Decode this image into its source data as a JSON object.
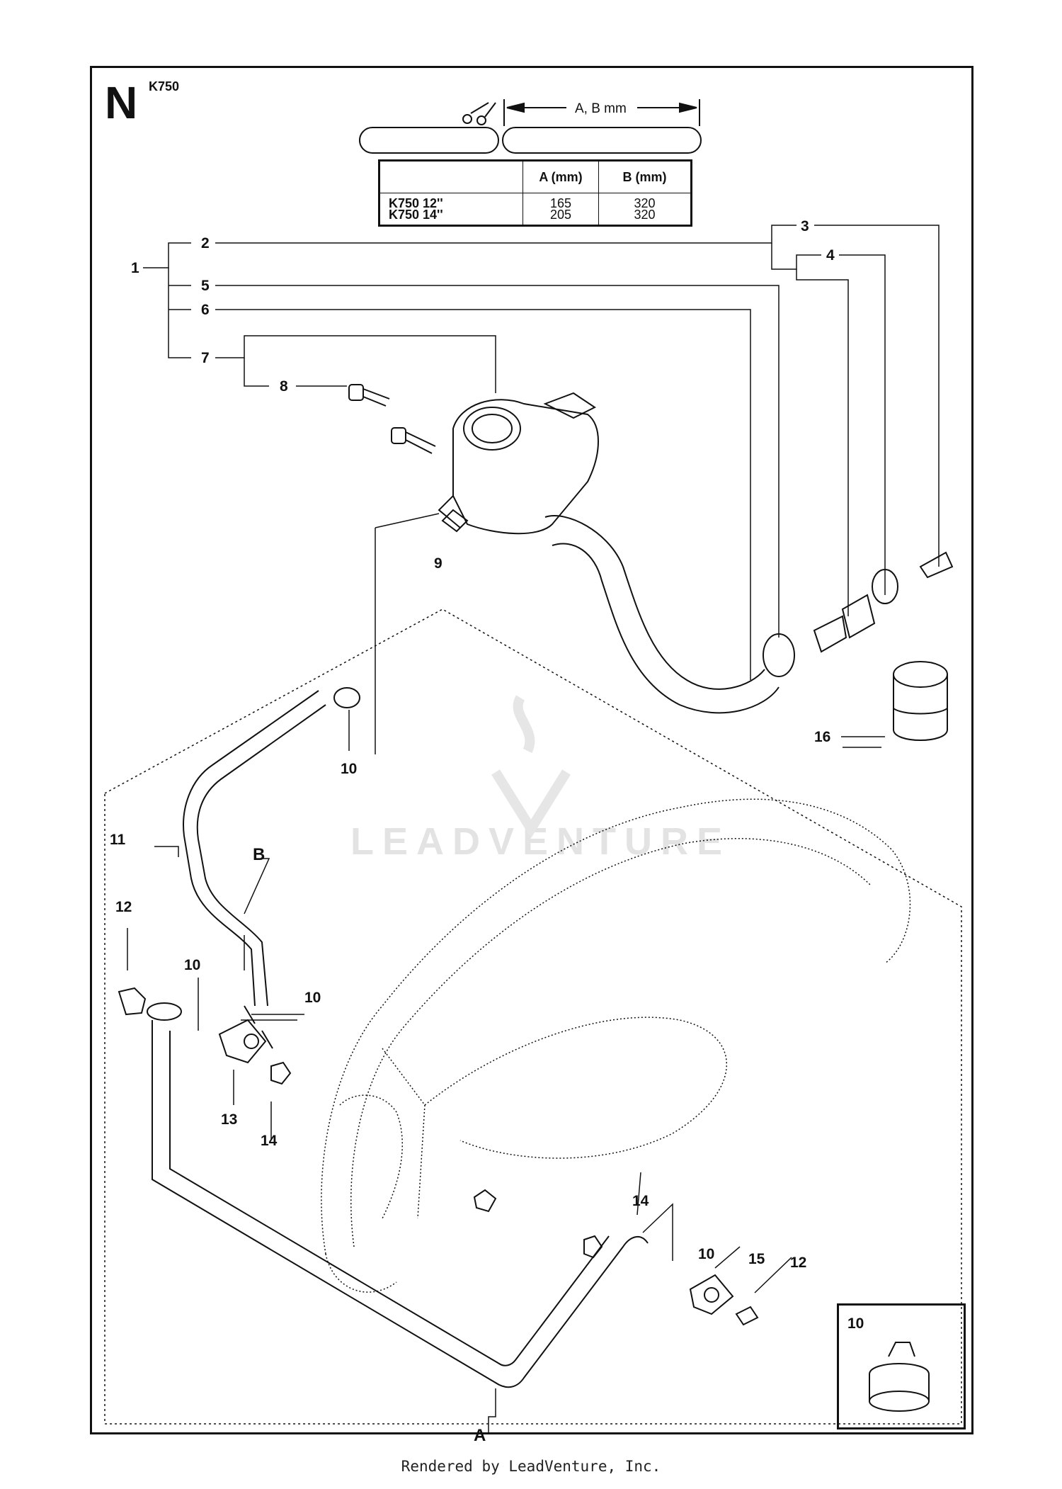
{
  "section_letter": "N",
  "model": "K750",
  "dimension_label": "A, B mm",
  "length_table": {
    "headers": [
      "",
      "A (mm)",
      "B (mm)"
    ],
    "models": [
      "K750 12''",
      "K750 14''"
    ],
    "a_values": [
      "165",
      "205"
    ],
    "b_values": [
      "320",
      "320"
    ]
  },
  "callouts": [
    "1",
    "2",
    "3",
    "4",
    "5",
    "6",
    "7",
    "8",
    "9",
    "10",
    "10",
    "10",
    "10",
    "10",
    "11",
    "12",
    "12",
    "13",
    "14",
    "14",
    "15",
    "16",
    "A",
    "B"
  ],
  "inset": {
    "label": "10"
  },
  "watermark": "LEADVENTURE",
  "footer": "Rendered by LeadVenture, Inc.",
  "icons": [
    "scissors-icon",
    "clamp-icon",
    "leadventure-logo-icon"
  ]
}
